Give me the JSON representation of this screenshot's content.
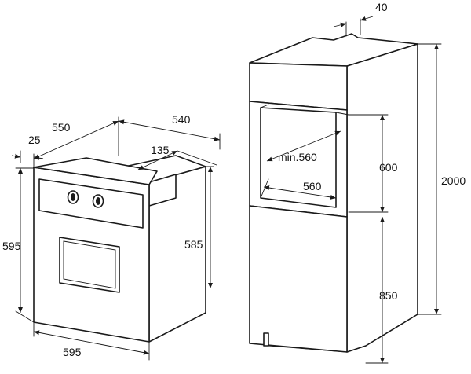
{
  "labels": {
    "oven_depth_overall": "550",
    "oven_depth_body": "540",
    "front_panel_offset": "25",
    "back_step": "135",
    "oven_height_front": "595",
    "oven_height_body": "585",
    "oven_width": "595",
    "tower_notch": "40",
    "tower_height": "2000",
    "niche_height": "600",
    "niche_min_depth": "min.560",
    "niche_width": "560",
    "base_height": "850"
  }
}
